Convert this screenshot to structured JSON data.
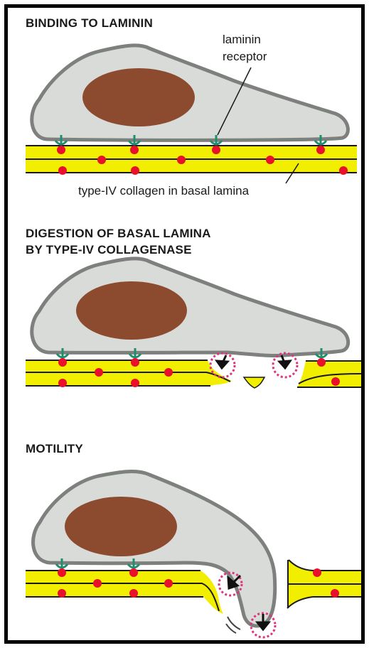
{
  "panels": [
    {
      "heading_line1": "BINDING TO LAMININ"
    },
    {
      "heading_line1": "DIGESTION OF BASAL LAMINA",
      "heading_line2": "BY TYPE-IV COLLAGENASE"
    },
    {
      "heading_line1": "MOTILITY"
    }
  ],
  "labels": {
    "receptor_line1": "laminin",
    "receptor_line2": "receptor",
    "collagen": "type-IV collagen in basal lamina"
  },
  "colors": {
    "cell_fill": "#d8dbd8",
    "cell_outline": "#7d807d",
    "nucleus": "#8c4a2f",
    "lamina": "#f2ee00",
    "laminin_dot": "#e8102a",
    "receptor": "#1e8f6e",
    "enzyme": "#e0337f",
    "frame": "#000000"
  }
}
